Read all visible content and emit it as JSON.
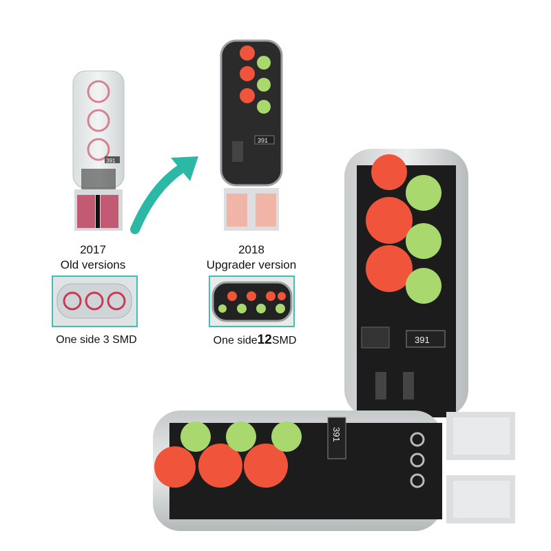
{
  "old": {
    "year": "2017",
    "label": "Old versions",
    "smd_text": "One side 3 SMD",
    "chip_marking": "391"
  },
  "new": {
    "year": "2018",
    "label": "Upgrader version",
    "smd_prefix": "One side",
    "smd_count": "12",
    "smd_suffix": "SMD",
    "chip_marking": "391"
  },
  "colors": {
    "arrow": "#2bb9a5",
    "inset_border": "#3fbfb2",
    "led_red": "#f0543a",
    "led_green": "#a8d86e",
    "old_led": "#c83a52",
    "pcb_black": "#1c1c1c"
  },
  "icons": [
    "upgrade-arrow-icon"
  ]
}
